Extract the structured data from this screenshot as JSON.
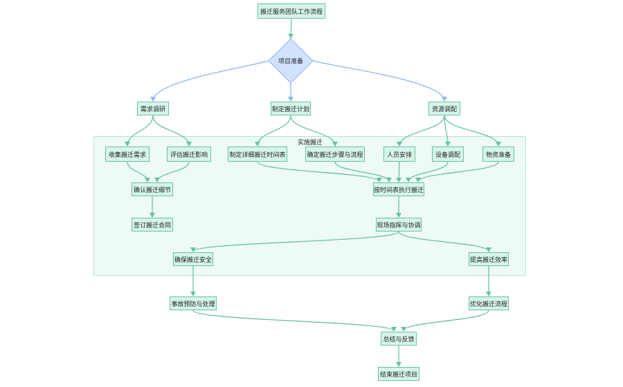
{
  "diagram": {
    "cluster": {
      "label": "实施搬迁"
    },
    "nodes": {
      "start": "搬迁服务团队工作流程",
      "prep": "项目准备",
      "research": "需求调研",
      "plan": "制定搬迁计划",
      "resource": "资源调配",
      "collect": "收集搬迁需求",
      "assess": "评估搬迁影响",
      "schedule": "制定详细搬迁时间表",
      "steps": "确定搬迁步骤与流程",
      "staff": "人员安排",
      "equip": "设备调配",
      "material": "物资准备",
      "confirm": "确认搬迁细节",
      "contract": "签订搬迁合同",
      "execute": "按时间表执行搬迁",
      "onsite": "现场指挥与协调",
      "safety": "确保搬迁安全",
      "efficiency": "提高搬迁效率",
      "accident": "事故预防与处理",
      "optimize": "优化搬迁流程",
      "summary": "总结与反馈",
      "end": "结束搬迁项目"
    },
    "edges": [
      [
        "start",
        "prep"
      ],
      [
        "prep",
        "research"
      ],
      [
        "prep",
        "plan"
      ],
      [
        "prep",
        "resource"
      ],
      [
        "research",
        "collect"
      ],
      [
        "research",
        "assess"
      ],
      [
        "plan",
        "schedule"
      ],
      [
        "plan",
        "steps"
      ],
      [
        "resource",
        "staff"
      ],
      [
        "resource",
        "equip"
      ],
      [
        "resource",
        "material"
      ],
      [
        "collect",
        "confirm"
      ],
      [
        "assess",
        "confirm"
      ],
      [
        "confirm",
        "contract"
      ],
      [
        "schedule",
        "execute"
      ],
      [
        "steps",
        "execute"
      ],
      [
        "staff",
        "execute"
      ],
      [
        "equip",
        "execute"
      ],
      [
        "material",
        "execute"
      ],
      [
        "execute",
        "onsite"
      ],
      [
        "onsite",
        "safety"
      ],
      [
        "onsite",
        "efficiency"
      ],
      [
        "safety",
        "accident"
      ],
      [
        "efficiency",
        "optimize"
      ],
      [
        "accident",
        "summary"
      ],
      [
        "optimize",
        "summary"
      ],
      [
        "summary",
        "end"
      ]
    ],
    "colors": {
      "node_fill": "#d6f5e8",
      "node_border": "#66c2a0",
      "decision_fill": "#cfe2ff",
      "decision_border": "#8fb4f0",
      "edge_from_decision": "#8ab6ec",
      "edge": "#66c2a0",
      "cluster_fill": "#eefaf5",
      "cluster_border": "#b8e3d2"
    }
  }
}
